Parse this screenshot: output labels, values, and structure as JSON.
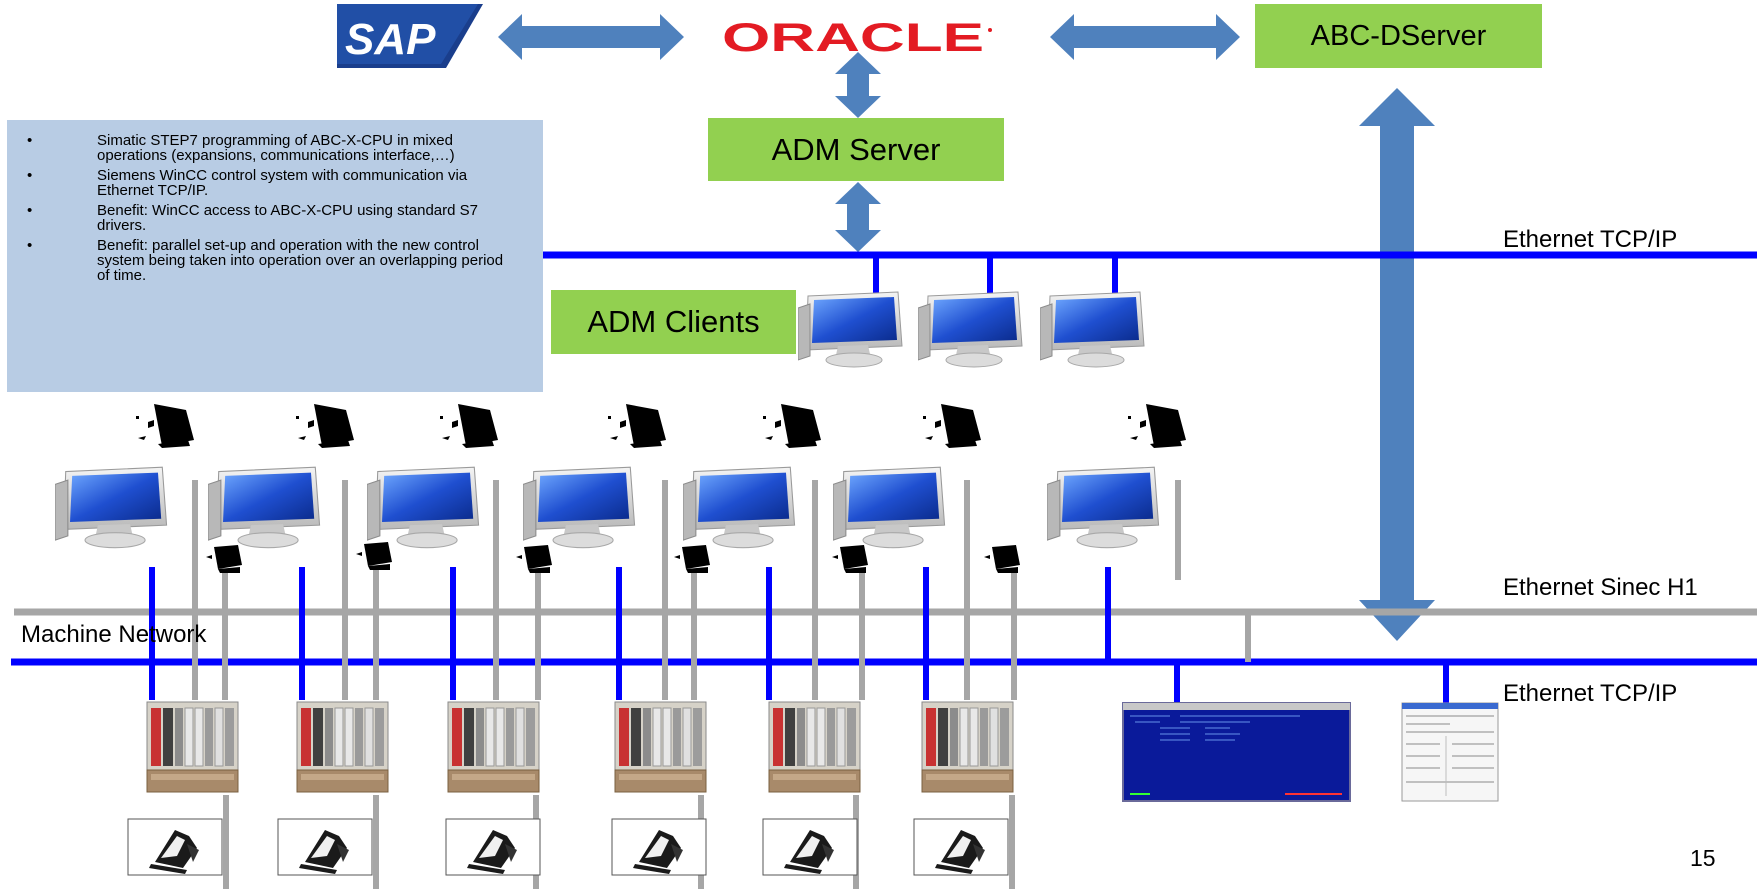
{
  "logos": {
    "sap": "SAP",
    "oracle": "ORACLE"
  },
  "boxes": {
    "dserver": "ABC-DServer",
    "adm_server": "ADM Server",
    "adm_clients": "ADM Clients"
  },
  "info_box": {
    "bullet_char": "•",
    "bullets": [
      "Simatic STEP7 programming of ABC-X-CPU in mixed operations (expansions, communications interface,…)",
      "Siemens WinCC control system with communication via Ethernet TCP/IP.",
      "Benefit: WinCC access to ABC-X-CPU using standard S7 drivers.",
      "Benefit: parallel set-up and operation with the new control system being taken into operation over an overlapping period of time."
    ]
  },
  "network_labels": {
    "ethernet_tcpip_top": "Ethernet TCP/IP",
    "ethernet_sinec_h1": "Ethernet Sinec H1",
    "machine_network": "Machine Network",
    "ethernet_tcpip_bottom": "Ethernet TCP/IP"
  },
  "page_number": "15",
  "colors": {
    "box_green": "#92d050",
    "arrow_blue": "#4f81bd",
    "line_blue": "#0000ff",
    "line_gray": "#a6a6a6",
    "info_box_bg": "#b8cce4",
    "sap_blue": "#1a3e8c",
    "oracle_red": "#e31b23"
  }
}
